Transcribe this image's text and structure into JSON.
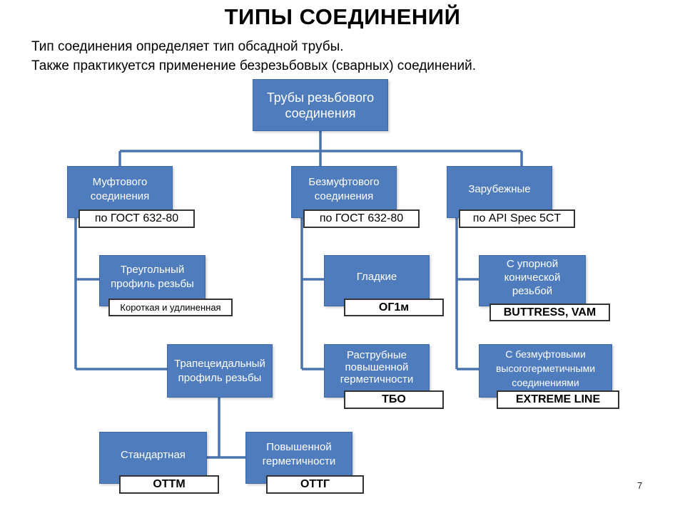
{
  "title": "ТИПЫ СОЕДИНЕНИЙ",
  "intro": {
    "line1": "Тип соединения определяет тип обсадной трубы.",
    "line2": "Также практикуется применение безрезьбовых (сварных) соединений."
  },
  "root": {
    "label": "Трубы резьбового соединения"
  },
  "categories": {
    "coupling": {
      "label": "Муфтового соединения",
      "standard": "по ГОСТ 632-80"
    },
    "couplingless": {
      "label": "Безмуфтового соединения",
      "standard": "по ГОСТ 632-80"
    },
    "foreign": {
      "label": "Зарубежные",
      "standard": "по API Spec 5CT"
    }
  },
  "coupling_children": {
    "triangular": {
      "label": "Треугольный профиль резьбы",
      "tag": "Короткая и удлиненная"
    },
    "trapezoidal": {
      "label": "Трапецеидальный профиль резьбы"
    }
  },
  "trapezoidal_children": {
    "standard": {
      "label": "Стандартная",
      "tag": "ОТТМ"
    },
    "sealed": {
      "label": "Повышенной герметичности",
      "tag": "ОТТГ"
    }
  },
  "couplingless_children": {
    "smooth": {
      "label": "Гладкие",
      "tag": "ОГ1м"
    },
    "socket": {
      "label": "Раструбные повышенной герметичности",
      "tag": "ТБО"
    }
  },
  "foreign_children": {
    "conical": {
      "label": "С упорной конической резьбой",
      "tag": "BUTTRESS, VAM"
    },
    "sealed": {
      "label": "С безмуфтовыми высогогерметичными соединениями",
      "tag": "EXTREME LINE"
    }
  },
  "page_number": "7",
  "colors": {
    "box_fill": "#4f7cbc",
    "box_text": "#ffffff",
    "connector": "#4a74b0"
  }
}
